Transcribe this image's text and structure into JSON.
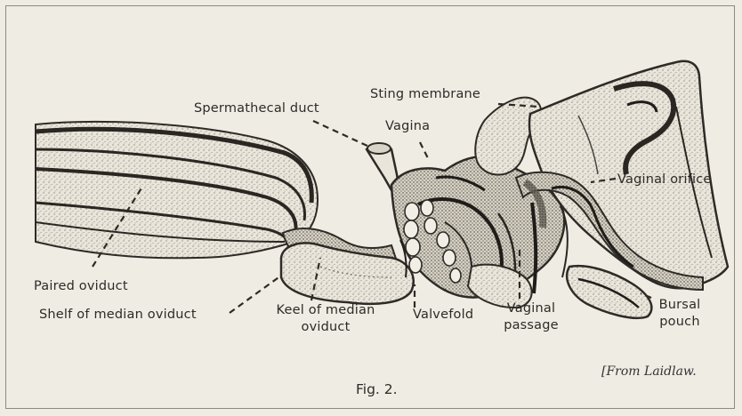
{
  "figure": {
    "caption": "Fig. 2.",
    "source": "[From Laidlaw."
  },
  "labels": {
    "spermathecal_duct": "Spermathecal duct",
    "sting_membrane": "Sting membrane",
    "vagina": "Vagina",
    "vaginal_orifice": "Vaginal orifice",
    "paired_oviduct": "Paired oviduct",
    "shelf_of_median_oviduct": "Shelf of median oviduct",
    "keel_of_median_oviduct_1": "Keel of median",
    "keel_of_median_oviduct_2": "oviduct",
    "valvefold": "Valvefold",
    "vaginal_passage_1": "Vaginal",
    "vaginal_passage_2": "passage",
    "bursal_pouch_1": "Bursal",
    "bursal_pouch_2": "pouch"
  },
  "colors": {
    "ink": "#2e2b27",
    "paper": "#efece4",
    "tissue": "#e6e2d6"
  }
}
